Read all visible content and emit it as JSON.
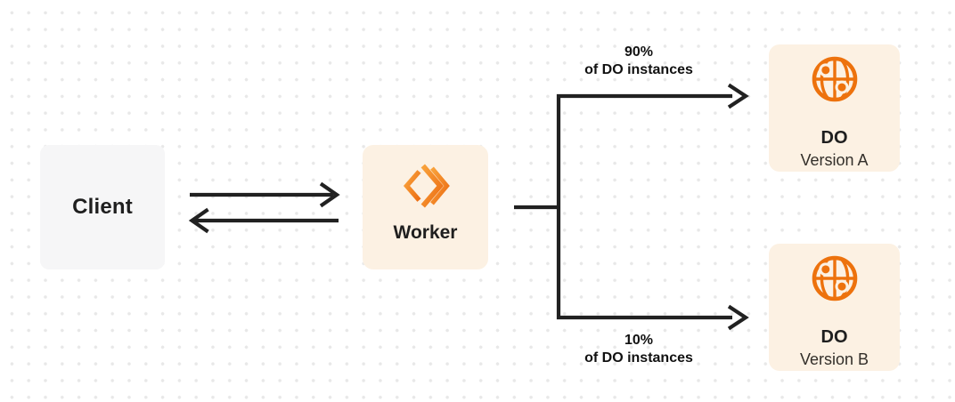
{
  "colors": {
    "background": "#FFFFFF",
    "dot_grid": "#E8E8E8",
    "line_dark": "#212121",
    "text_dark": "#1F1F1F",
    "client_gray": "#F6F6F7",
    "node_cream": "#FCF1E3",
    "accent_orange_light": "#F9A33C",
    "accent_orange_dark": "#EC6D13",
    "globe_orange": "#ED720D"
  },
  "diagram": {
    "client": {
      "label": "Client"
    },
    "worker": {
      "label": "Worker",
      "icon": "cloudflare-workers-icon"
    },
    "do_a": {
      "title": "DO",
      "subtitle": "Version A",
      "icon": "globe-durable-object-icon"
    },
    "do_b": {
      "title": "DO",
      "subtitle": "Version B",
      "icon": "globe-durable-object-icon"
    },
    "split_top": {
      "percent": "90%",
      "caption": "of DO instances"
    },
    "split_bottom": {
      "percent": "10%",
      "caption": "of DO instances"
    }
  }
}
